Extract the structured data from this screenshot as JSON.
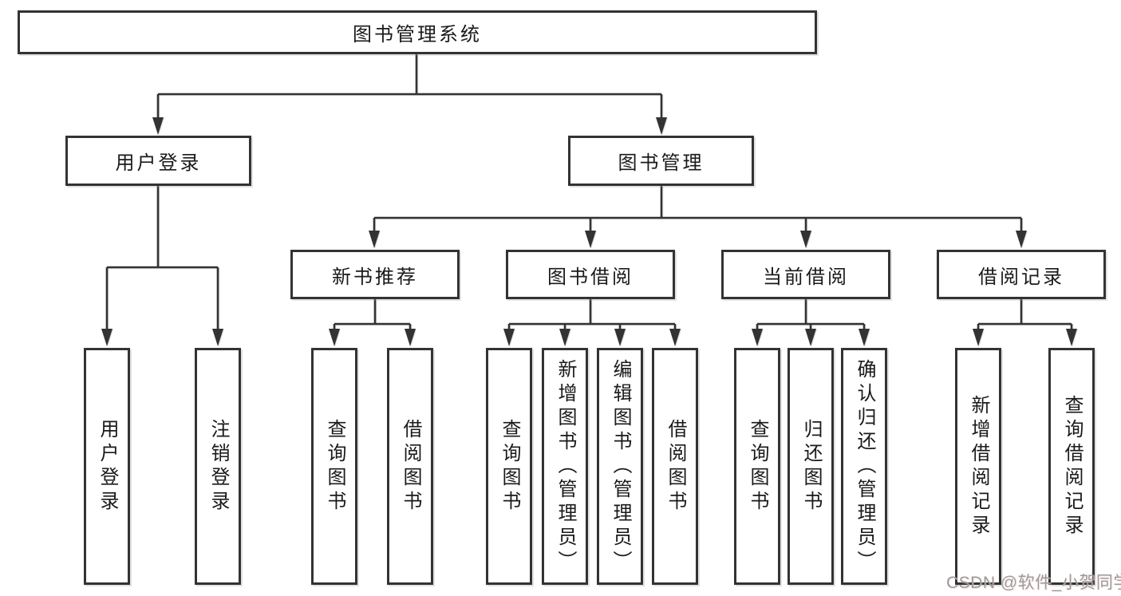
{
  "tree": {
    "label": "图书管理系统",
    "children": [
      {
        "label": "用户登录",
        "children": [
          {
            "label": "用户登录"
          },
          {
            "label": "注销登录"
          }
        ]
      },
      {
        "label": "图书管理",
        "children": [
          {
            "label": "新书推荐",
            "children": [
              {
                "label": "查询图书"
              },
              {
                "label": "借阅图书"
              }
            ]
          },
          {
            "label": "图书借阅",
            "children": [
              {
                "label": "查询图书"
              },
              {
                "label": "新增图书（管理员）"
              },
              {
                "label": "编辑图书（管理员）"
              },
              {
                "label": "借阅图书"
              }
            ]
          },
          {
            "label": "当前借阅",
            "children": [
              {
                "label": "查询图书"
              },
              {
                "label": "归还图书"
              },
              {
                "label": "确认归还（管理员）"
              }
            ]
          },
          {
            "label": "借阅记录",
            "children": [
              {
                "label": "新增借阅记录"
              },
              {
                "label": "查询借阅记录"
              }
            ]
          }
        ]
      }
    ]
  },
  "watermark": {
    "text": "CSDN @软件_小贺同学"
  },
  "colors": {
    "line": "#333333",
    "box_border": "#333333",
    "text": "#1a1a1a",
    "watermark": "#9b9b9b",
    "background": "#ffffff"
  }
}
